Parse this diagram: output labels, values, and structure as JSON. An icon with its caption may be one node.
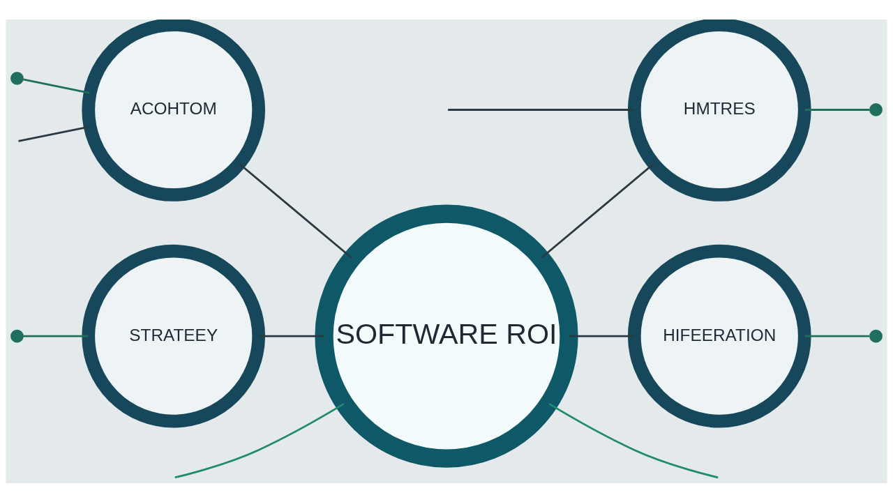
{
  "diagram": {
    "nodes": [
      {
        "text": [
          "SOFTWARE ROI"
        ]
      },
      {
        "text": [
          "ACOHTOM"
        ]
      },
      {
        "text": [
          "HMTRES"
        ]
      },
      {
        "text": [
          "STRATEEY"
        ]
      },
      {
        "text": [
          "HIFEERATION"
        ]
      },
      {
        "text": [],
        "shape": "circle"
      },
      {
        "text": [],
        "shape": "circle"
      },
      {
        "text": [],
        "shape": "circle"
      },
      {
        "text": [],
        "shape": "circle"
      }
    ],
    "edges": [
      {
        "from": null,
        "to": 1,
        "arrow": "none"
      },
      {
        "from": null,
        "to": 2,
        "arrow": "none"
      },
      {
        "from": 5,
        "to": 1,
        "arrow": "none",
        "color": "#1f6f5c"
      },
      {
        "from": 2,
        "to": 6,
        "arrow": "none",
        "color": "#1f6f5c"
      },
      {
        "from": 1,
        "to": 0,
        "arrow": "none"
      },
      {
        "from": 0,
        "to": 2,
        "arrow": "none"
      },
      {
        "from": null,
        "to": 0,
        "arrow": "none",
        "color": "#1f8a70"
      },
      {
        "from": 0,
        "to": null,
        "arrow": "none",
        "color": "#1f8a70"
      },
      {
        "from": 3,
        "to": 0,
        "arrow": "none"
      },
      {
        "from": 0,
        "to": 4,
        "arrow": "none"
      },
      {
        "from": 7,
        "to": 3,
        "arrow": "none",
        "color": "#1f6f5c"
      },
      {
        "from": 4,
        "to": 8,
        "arrow": "none",
        "color": "#1f6f5c"
      }
    ]
  }
}
